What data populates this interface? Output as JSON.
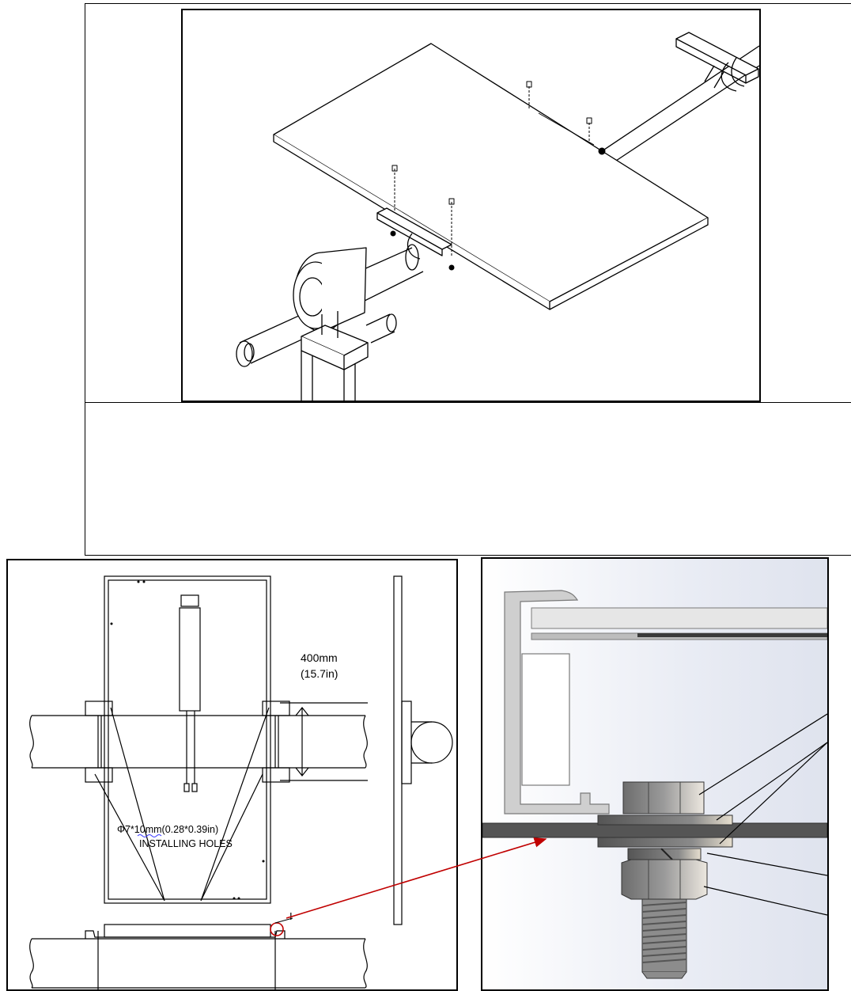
{
  "drawing": {
    "dimension_mm": "400mm",
    "dimension_in": "(15.7in)",
    "hole_spec_prefix": "Φ7*",
    "hole_spec_underlined": "10mm",
    "hole_spec_suffix": "(0.28*0.39in)",
    "hole_label": "INSTALLING HOLES",
    "detail_marker": "I"
  },
  "colors": {
    "line": "#000000",
    "callout_arrow": "#c00000",
    "spell_underline": "#3a3aff",
    "aluminum": "#c8c8c8",
    "panel_glass": "#e4e4e4",
    "steel_bracket": "#555555",
    "detail_background": "#e2e6ef"
  }
}
